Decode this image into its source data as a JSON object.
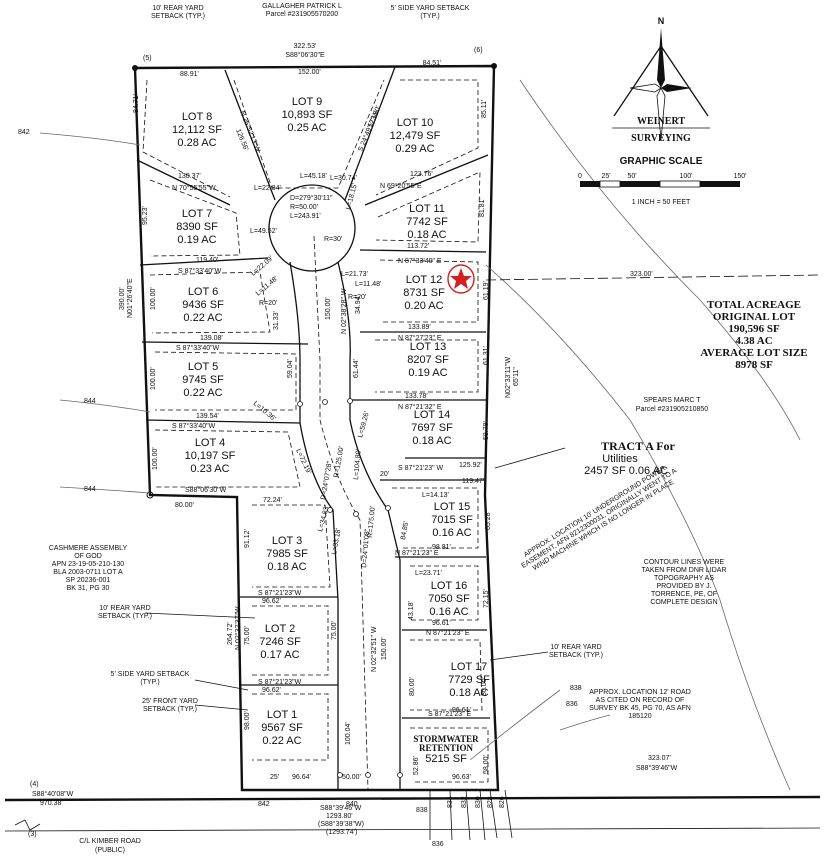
{
  "header": {
    "rear_setback_top": [
      "10' REAR YARD",
      "SETBACK (TYP.)"
    ],
    "owner_top": [
      "GALLAGHER PATRICK L",
      "Parcel #231905570200"
    ],
    "side_setback_top": [
      "5' SIDE YARD SETBACK",
      "(TYP.)"
    ]
  },
  "corners": {
    "nw": "(5)",
    "ne": "(6)",
    "sw": "(4)",
    "sw2": "(3)"
  },
  "boundary": {
    "top_total": "322.53'",
    "top_bearing": "S88°06'30\"E",
    "top_right": "84.51'",
    "left_main": [
      "390.00'",
      "N01°26'40\"E"
    ],
    "right_main": [
      "N02°33'11\"W",
      "65'11\""
    ],
    "bottom_left": [
      "S88°40'08\"W",
      "970.38'"
    ],
    "bottom_right": [
      "323.07'",
      "S88°39'46\"W"
    ],
    "tract_top": "323.00'",
    "bottom_center": [
      "S88°39'46\"W",
      "1293.80'",
      "(S88°39'38\"W)",
      "(1293.74')"
    ],
    "lot4_south": "S88°06'30\"W",
    "lot4_width": "80.00'"
  },
  "lots": [
    {
      "id": "lot8",
      "name": "LOT 8",
      "sf": "12,112 SF",
      "ac": "0.28 AC"
    },
    {
      "id": "lot9",
      "name": "LOT 9",
      "sf": "10,893 SF",
      "ac": "0.25 AC"
    },
    {
      "id": "lot10",
      "name": "LOT 10",
      "sf": "12,479 SF",
      "ac": "0.29 AC"
    },
    {
      "id": "lot11",
      "name": "LOT 11",
      "sf": "7742 SF",
      "ac": "0.18 AC"
    },
    {
      "id": "lot7",
      "name": "LOT 7",
      "sf": "8390 SF",
      "ac": "0.19 AC"
    },
    {
      "id": "lot12",
      "name": "LOT 12",
      "sf": "8731 SF",
      "ac": "0.20 AC"
    },
    {
      "id": "lot6",
      "name": "LOT 6",
      "sf": "9436 SF",
      "ac": "0.22 AC"
    },
    {
      "id": "lot13",
      "name": "LOT 13",
      "sf": "8207 SF",
      "ac": "0.19 AC"
    },
    {
      "id": "lot5",
      "name": "LOT 5",
      "sf": "9745 SF",
      "ac": "0.22 AC"
    },
    {
      "id": "lot14",
      "name": "LOT 14",
      "sf": "7697 SF",
      "ac": "0.18 AC"
    },
    {
      "id": "lot4",
      "name": "LOT 4",
      "sf": "10,197 SF",
      "ac": "0.23 AC"
    },
    {
      "id": "lot15",
      "name": "LOT 15",
      "sf": "7015 SF",
      "ac": "0.16 AC"
    },
    {
      "id": "lot3",
      "name": "LOT 3",
      "sf": "7985 SF",
      "ac": "0.18 AC"
    },
    {
      "id": "lot16",
      "name": "LOT 16",
      "sf": "7050 SF",
      "ac": "0.16 AC"
    },
    {
      "id": "lot2",
      "name": "LOT 2",
      "sf": "7246 SF",
      "ac": "0.17 AC"
    },
    {
      "id": "lot17",
      "name": "LOT 17",
      "sf": "7729 SF",
      "ac": "0.18 AC"
    },
    {
      "id": "lot1",
      "name": "LOT 1",
      "sf": "9567 SF",
      "ac": "0.22 AC"
    }
  ],
  "stormwater": {
    "name": [
      "STORMWATER",
      "RETENTION"
    ],
    "sf": "5215 SF"
  },
  "tract_a": {
    "title": "TRACT A For",
    "subtitle": "Utilities",
    "area": "2457 SF 0.06 AC"
  },
  "curve": {
    "delta": "D=279°30'11\"",
    "radius": "R=50.00'",
    "length": "L=243.91'",
    "r_inner": "R=30'"
  },
  "dims": {
    "lot8_top": "88.91'",
    "lot9_top": "152.00'",
    "lot8_side": "84.71'",
    "lot10_side": "85.11'",
    "lot9_b1": "N 26°52'13\"W",
    "lot9_b2": "126.56'",
    "lot10_b1": "S 24°49'57\"W",
    "lot10_b2": "123.60'",
    "lot7_top_b": "N 70°55'55\"W",
    "lot7_top_l": "130.37'",
    "lot11_top_b": "N 69°20'55\"E",
    "lot11_top_l": "123.76'",
    "lot11_side": "81.81'",
    "lot7_side": "95.23'",
    "lot11_bot": "113.72'",
    "lot7_bot": "119.40'",
    "lot12_top_b": "N 87°33'40\" E",
    "lot6_top_b": "S 87°33'40\"W",
    "l_45": "L=45.18'",
    "l_3074": "L=30.74'",
    "l_2284": "L=22.84'",
    "l_1815": "L=18.15'",
    "l_4952": "L=49.52'",
    "l_2209": "L=22.09'",
    "l_2173": "L=21.73'",
    "l_1148a": "L=11.48'",
    "l_1148b": "L=11.48'",
    "r20a": "R=20'",
    "r20b": "R=20'",
    "lot6_side": "100.00'",
    "lot6_right": "31.33'",
    "lot12_left": "34.94'",
    "lot12_right": "61.19'",
    "lot6_bot": "139.08'",
    "lot13_top": "133.89'",
    "lot13_top_b": "N 87°27'23\" E",
    "lot13_right": "61.31'",
    "road_center": "150.00'",
    "road_center_b": "N 02°38'28\" W",
    "lot5_top_b": "S 87°33'40\"W",
    "lot13_bot": "133.78'",
    "lot5_side": "100.00'",
    "lot5_right": "59.04'",
    "lot13_left": "61.44'",
    "l_1036": "L=10.36'",
    "lot5_bot": "139.54'",
    "lot14_top_b": "N 87°21'32\" E",
    "lot4_top_b": "S 87°33'40\"W",
    "l_5926": "L=59.26'",
    "lot14_right": "58.78'",
    "lot4_side": "100.00'",
    "d2407": "D=24°07'28\"",
    "r125": "R=125.00'",
    "l_10480": "L=104.80'",
    "l_7219": "L=72.19'",
    "lot15_top_b": "S 87°21'23\" W",
    "lot15_top": "125.92'",
    "w20a": "20'",
    "lot15_b2": "119.47'",
    "l_1413": "L=14.13'",
    "lot15_right": "65.28'",
    "lot15_left": "84.85'",
    "lot3_top": "72.24'",
    "lot3_side": "91.12'",
    "l_3483": "L=34.83'",
    "l_3318": "L=33.18'",
    "lot15_bot": "98.81'",
    "lot16_top_b": "N 87°21'23\" E",
    "d2401": "D=24°01'08\"",
    "r175": "R=175.00'",
    "l_2371": "L=23.71'",
    "lot16_right": "72.15'",
    "lot3_bot_b": "S 87°21'23\"W",
    "lot3_bot": "96.62'",
    "lot16_bot": "96.61'",
    "lot16_left": "43.18'",
    "lot2_bn": "N 02°32'37\"W",
    "lot2_len": "264.72'",
    "lot2_side": "75.00'",
    "lot2_right": "75.00'",
    "road_lower_b": "N 02°32'51\" W",
    "road_lower": "150.00'",
    "lot17_top_b": "N 87°21'23\" E",
    "lot2_bot_b": "S 87°21'23\"W",
    "lot2_bot": "96.62'",
    "lot17_left": "80.00'",
    "lot17_right": "80.00'",
    "lot17_bot_b": "S 87°21'23\" E",
    "lot17_bot": "96.61'",
    "lot1_side": "98.00'",
    "lot1_right": "100.04'",
    "sw_left": "52.86'",
    "sw_right": "58.00'",
    "w25": "25'",
    "lot1_bot": "96.64'",
    "road_end": "50.00'",
    "sw_bot": "96.63'"
  },
  "notes": {
    "tract_left_num": "842",
    "contour_844a": "844",
    "contour_844b": "844",
    "cashmere": [
      "CASHMERE ASSEMBLY",
      "OF GOD",
      "APN 23-19-05-210-130",
      "BLA 2003-0711 LOT A",
      "SP 20236-001",
      "BK 31, PG 30"
    ],
    "rear_setback_left": [
      "10' REAR YARD",
      "SETBACK (TYP.)"
    ],
    "side_setback_left": [
      "5' SIDE YARD SETBACK",
      "(TYP.)"
    ],
    "front_setback_left": [
      "25' FRONT YARD",
      "SETBACK (TYP.)"
    ],
    "total": [
      "TOTAL ACREAGE",
      "ORIGINAL LOT",
      "190,596 SF",
      "4.38 AC",
      "AVERAGE LOT SIZE",
      "8978 SF"
    ],
    "spears": [
      "SPEARS MARC T",
      "Parcel #231905210850"
    ],
    "power": [
      "APPROX. LOCATION 10' UNDERGROUND POWER",
      "EASEMENT, AFN 8212300031, ORIGINALLY WENT TO A",
      "WIND MACHINE WHICH IS NO LONGER IN PLACE"
    ],
    "contour_note": [
      "CONTOUR LINES WERE",
      "TAKEN FROM DNR LIDAR",
      "TOPOGRAPHY AS",
      "PROVIDED BY J.",
      "TORRENCE, PE, OF",
      "COMPLETE DESIGN"
    ],
    "rear_setback_right": [
      "10' REAR YARD",
      "SETBACK (TYP.)"
    ],
    "road_note": [
      "APPROX. LOCATION 12' ROAD",
      "AS CITED ON RECORD OF",
      "SURVEY BK 45, PG 70, AS AFN",
      "185120"
    ],
    "contour_838": "838",
    "contour_836": "836",
    "bottom_contours": [
      "842",
      "840",
      "838",
      "834",
      "832",
      "830",
      "828",
      "826",
      "836"
    ],
    "road_name": [
      "C/L KIMBER ROAD",
      "(PUBLIC)"
    ]
  },
  "logo": {
    "line1": "WEINERT",
    "line2": "SURVEYING",
    "north": "N"
  },
  "scale": {
    "title": "GRAPHIC SCALE",
    "ticks": [
      "0",
      "25'",
      "50'",
      "100'",
      "150'"
    ],
    "note": "1 INCH = 50 FEET"
  },
  "colors": {
    "ink": "#111111",
    "star": "#d32020"
  }
}
